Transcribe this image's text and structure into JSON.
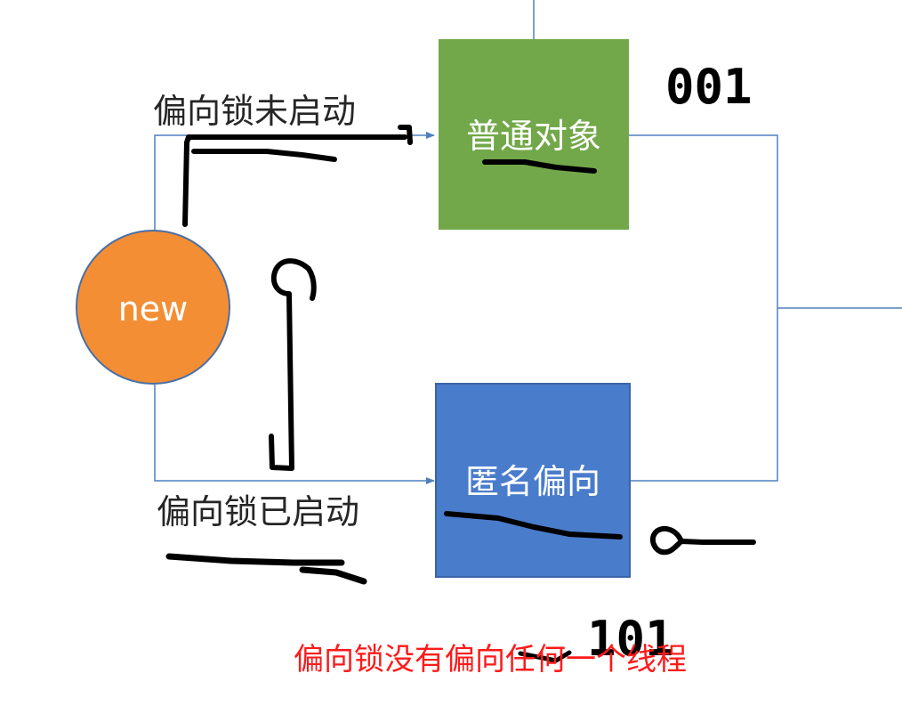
{
  "nodes": {
    "start": {
      "label": "new",
      "fill": "#f38e34",
      "stroke": "#4a6fa5"
    },
    "normal_object": {
      "label": "普通对象",
      "fill": "#72a84a"
    },
    "anonymous_biased": {
      "label": "匿名偏向",
      "fill": "#4a7ccc",
      "stroke": "#3a64a8"
    }
  },
  "edges": {
    "to_normal": {
      "label": "偏向锁未启动"
    },
    "to_anonymous": {
      "label": "偏向锁已启动"
    }
  },
  "connector_color": "#4f81bd",
  "annotations": {
    "normal_bits": "001",
    "anonymous_bits": "101",
    "note": "偏向锁没有偏向任何一个线程",
    "note_color": "#ff1a1a"
  }
}
